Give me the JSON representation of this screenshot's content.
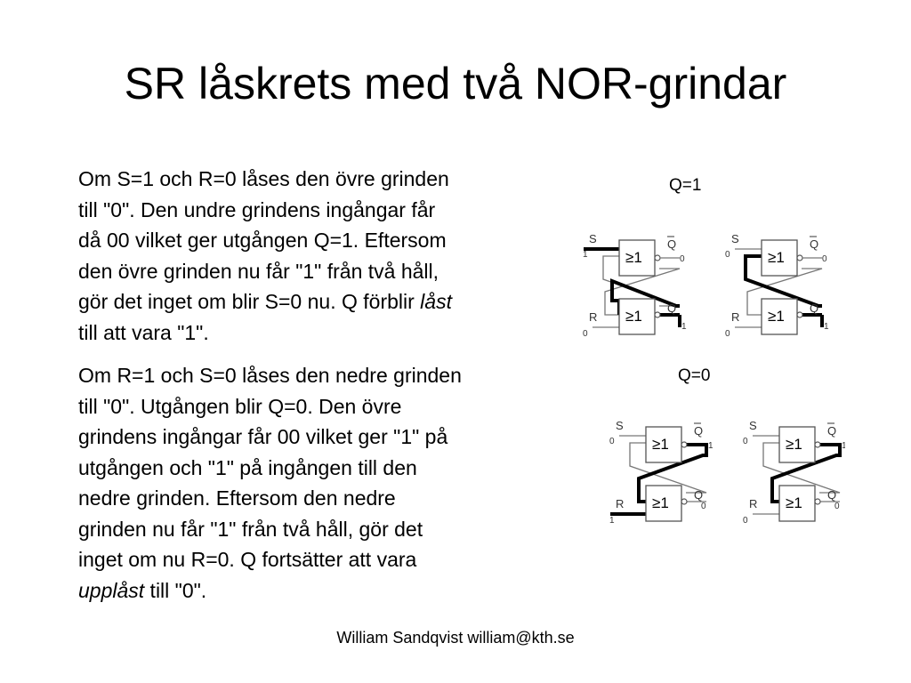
{
  "slide": {
    "title": "SR låskrets med två NOR-grindar",
    "footer": "William Sandqvist  william@kth.se"
  },
  "paragraph1": {
    "lines": [
      {
        "text": "Om S=1 och R=0 låses den övre grinden"
      },
      {
        "text": "till \"0\". Den undre grindens ingångar får"
      },
      {
        "text": "då 00 vilket ger utgången Q=1. Eftersom"
      },
      {
        "text": "den övre grinden nu får \"1\" från två håll,"
      },
      {
        "pre": "gör det inget om blir S=0 nu. Q förblir ",
        "emph": "låst"
      },
      {
        "text": "till att vara \"1\"."
      }
    ]
  },
  "paragraph2": {
    "lines": [
      {
        "text": "Om R=1 och S=0 låses den nedre grinden"
      },
      {
        "text": "till \"0\". Utgången blir Q=0. Den övre"
      },
      {
        "text": "grindens ingångar får 00 vilket ger \"1\" på"
      },
      {
        "text": "utgången och \"1\" på ingången till den"
      },
      {
        "text": "nedre grinden. Eftersom den nedre"
      },
      {
        "text": "grinden nu får \"1\" från två håll, gör det"
      },
      {
        "text": "inget om nu R=0. Q fortsätter att vara"
      },
      {
        "emph": "upplåst",
        "post": " till \"0\"."
      }
    ]
  },
  "diagrams": {
    "q1_label": "Q=1",
    "q0_label": "Q=0",
    "gate_symbol": "≥1",
    "set_label": "S",
    "reset_label": "R",
    "qbar_label": "Q",
    "q_label": "Q",
    "q1_left": {
      "s": "1",
      "r": "0",
      "qbar": "0",
      "q": "1"
    },
    "q1_right": {
      "s": "0",
      "r": "0",
      "qbar": "0",
      "q": "1"
    },
    "q0_left": {
      "s": "0",
      "r": "1",
      "qbar": "1",
      "q": "0"
    },
    "q0_right": {
      "s": "0",
      "r": "0",
      "qbar": "1",
      "q": "0"
    }
  }
}
